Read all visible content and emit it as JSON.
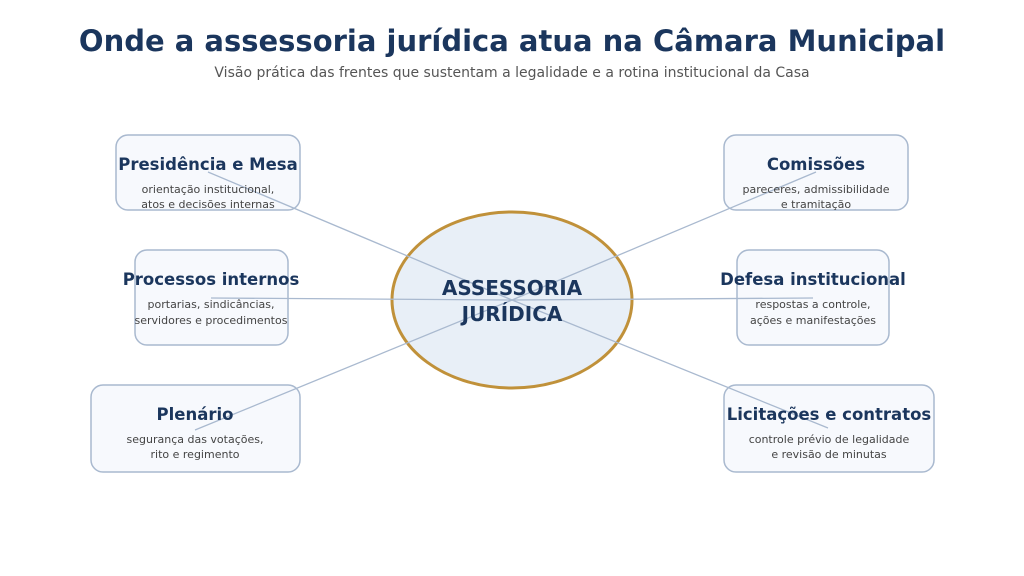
{
  "header": {
    "title": "Onde a assessoria jurídica atua na Câmara Municipal",
    "subtitle": "Visão prática das frentes que sustentam a legalidade e a rotina institucional da Casa"
  },
  "center": {
    "line1": "ASSESSORIA",
    "line2": "JURÍDICA"
  },
  "nodes": [
    {
      "title": "Presidência e Mesa",
      "line1": "orientação institucional,",
      "line2": "atos e decisões internas"
    },
    {
      "title": "Processos internos",
      "line1": "portarias, sindicâncias,",
      "line2": "servidores e procedimentos"
    },
    {
      "title": "Plenário",
      "line1": "segurança das votações,",
      "line2": "rito e regimento"
    },
    {
      "title": "Comissões",
      "line1": "pareceres, admissibilidade",
      "line2": "e tramitação"
    },
    {
      "title": "Defesa institucional",
      "line1": "respostas a controle,",
      "line2": "ações e manifestações"
    },
    {
      "title": "Licitações e contratos",
      "line1": "controle prévio de legalidade",
      "line2": "e revisão de minutas"
    }
  ],
  "colors": {
    "title": "#1b365d",
    "ring": "#c0913a",
    "center_fill": "#e8eff7",
    "box_stroke": "#a9b9cf",
    "box_fill": "#f7f9fd",
    "connector": "#a9b9cf"
  }
}
